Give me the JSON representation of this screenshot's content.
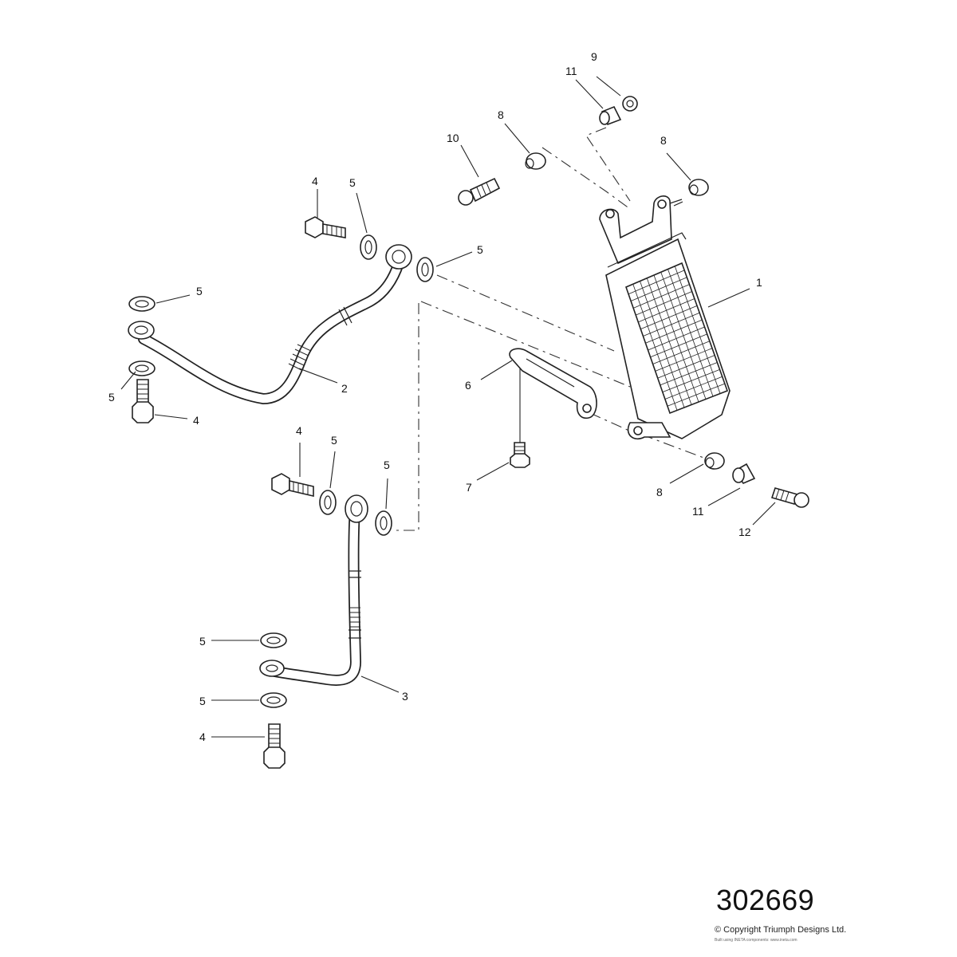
{
  "diagram_number": "302669",
  "copyright": "© Copyright Triumph Designs Ltd.",
  "built_with": "Built using INETA components: www.ineta.com",
  "callouts": {
    "c1": "1",
    "c2": "2",
    "c3": "3",
    "c4a": "4",
    "c4b": "4",
    "c4c": "4",
    "c4d": "4",
    "c5a": "5",
    "c5b": "5",
    "c5c": "5",
    "c5d": "5",
    "c5e": "5",
    "c5f": "5",
    "c5g": "5",
    "c5h": "5",
    "c6": "6",
    "c7": "7",
    "c8a": "8",
    "c8b": "8",
    "c8c": "8",
    "c9": "9",
    "c10": "10",
    "c11a": "11",
    "c11b": "11",
    "c12": "12"
  }
}
